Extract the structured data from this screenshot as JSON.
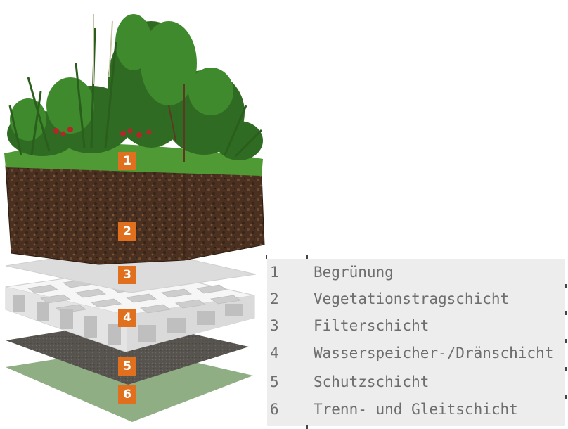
{
  "layers": [
    {
      "number": "1",
      "label": "Begrünung"
    },
    {
      "number": "2",
      "label": "Vegetationstragschicht"
    },
    {
      "number": "3",
      "label": "Filterschicht"
    },
    {
      "number": "4",
      "label": "Wasserspeicher-/Dränschicht"
    },
    {
      "number": "5",
      "label": "Schutzschicht"
    },
    {
      "number": "6",
      "label": "Trenn- und Gleitschicht"
    }
  ],
  "colors": {
    "badge": "#e0701e",
    "vegetation": "#3f7d2a",
    "soil": "#4a3020",
    "filter": "#d9d9d9",
    "drainage": "#efefef",
    "protection": "#55514d",
    "separation": "#8fae84",
    "legend_bg": "#ededed",
    "legend_text": "#6e6e6e"
  }
}
